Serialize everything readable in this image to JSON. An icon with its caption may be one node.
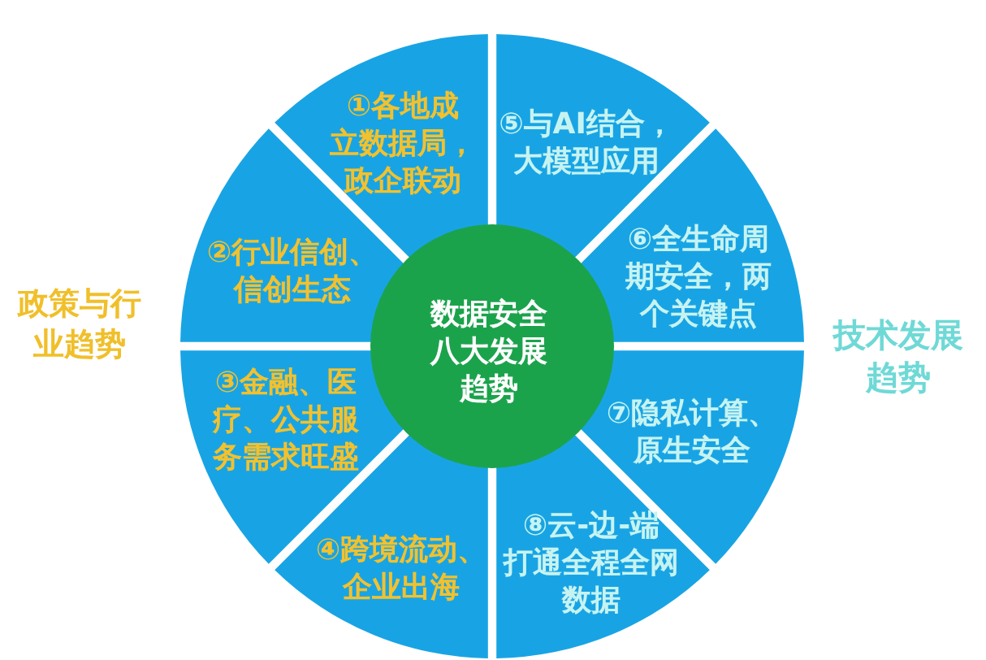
{
  "diagram": {
    "nodes": [
      {
        "text": [
          "数据安全八大发展趋势"
        ]
      },
      {
        "text": [
          "①各地成立数据局，政企联动"
        ]
      },
      {
        "text": [
          "②行业信创、信创生态"
        ]
      },
      {
        "text": [
          "③金融、医疗、公共服务需求旺盛"
        ]
      },
      {
        "text": [
          "④跨境流动、企业出海"
        ]
      },
      {
        "text": [
          "⑤与AI结合，大模型应用"
        ]
      },
      {
        "text": [
          "⑥全生命周期安全，两个关键点"
        ]
      },
      {
        "text": [
          "⑦隐私计算、原生安全"
        ]
      },
      {
        "text": [
          "⑧云-边-端打通全程全网数据"
        ]
      }
    ],
    "labels": [
      "政策与行业趋势",
      "技术发展趋势"
    ]
  }
}
